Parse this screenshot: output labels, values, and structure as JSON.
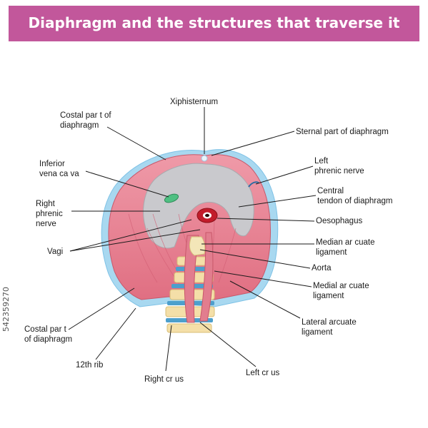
{
  "title": "Diaphragm and the structures that traverse it",
  "labels": {
    "xiphisternum": "Xiphisternum",
    "costal_top": "Costal par t of\ndiaphragm",
    "sternal": "Sternal part of diaphragm",
    "ivc": "Inferior\nvena ca va",
    "left_phrenic": "Left\nphrenic nerve",
    "right_phrenic": "Right\nphrenic\nnerve",
    "central_tendon": "Central\ntendon of diaphragm",
    "oesophagus": "Oesophagus",
    "vagi": "Vagi",
    "median_arcuate": "Median ar cuate\nligament",
    "aorta": "Aorta",
    "medial_arcuate": "Medial ar cuate\nligament",
    "lateral_arcuate": "Lateral arcuate\nligament",
    "costal_bottom": "Costal par t\nof diaphragm",
    "rib12": "12th rib",
    "right_crus": "Right cr us",
    "left_crus": "Left cr us"
  },
  "watermark": "542359270",
  "colors": {
    "banner": "#c2579b",
    "muscle": "#e7808f",
    "tendon": "#c8c8cc",
    "pleura": "#9fd3ee",
    "vertebra": "#f5e2ad"
  }
}
